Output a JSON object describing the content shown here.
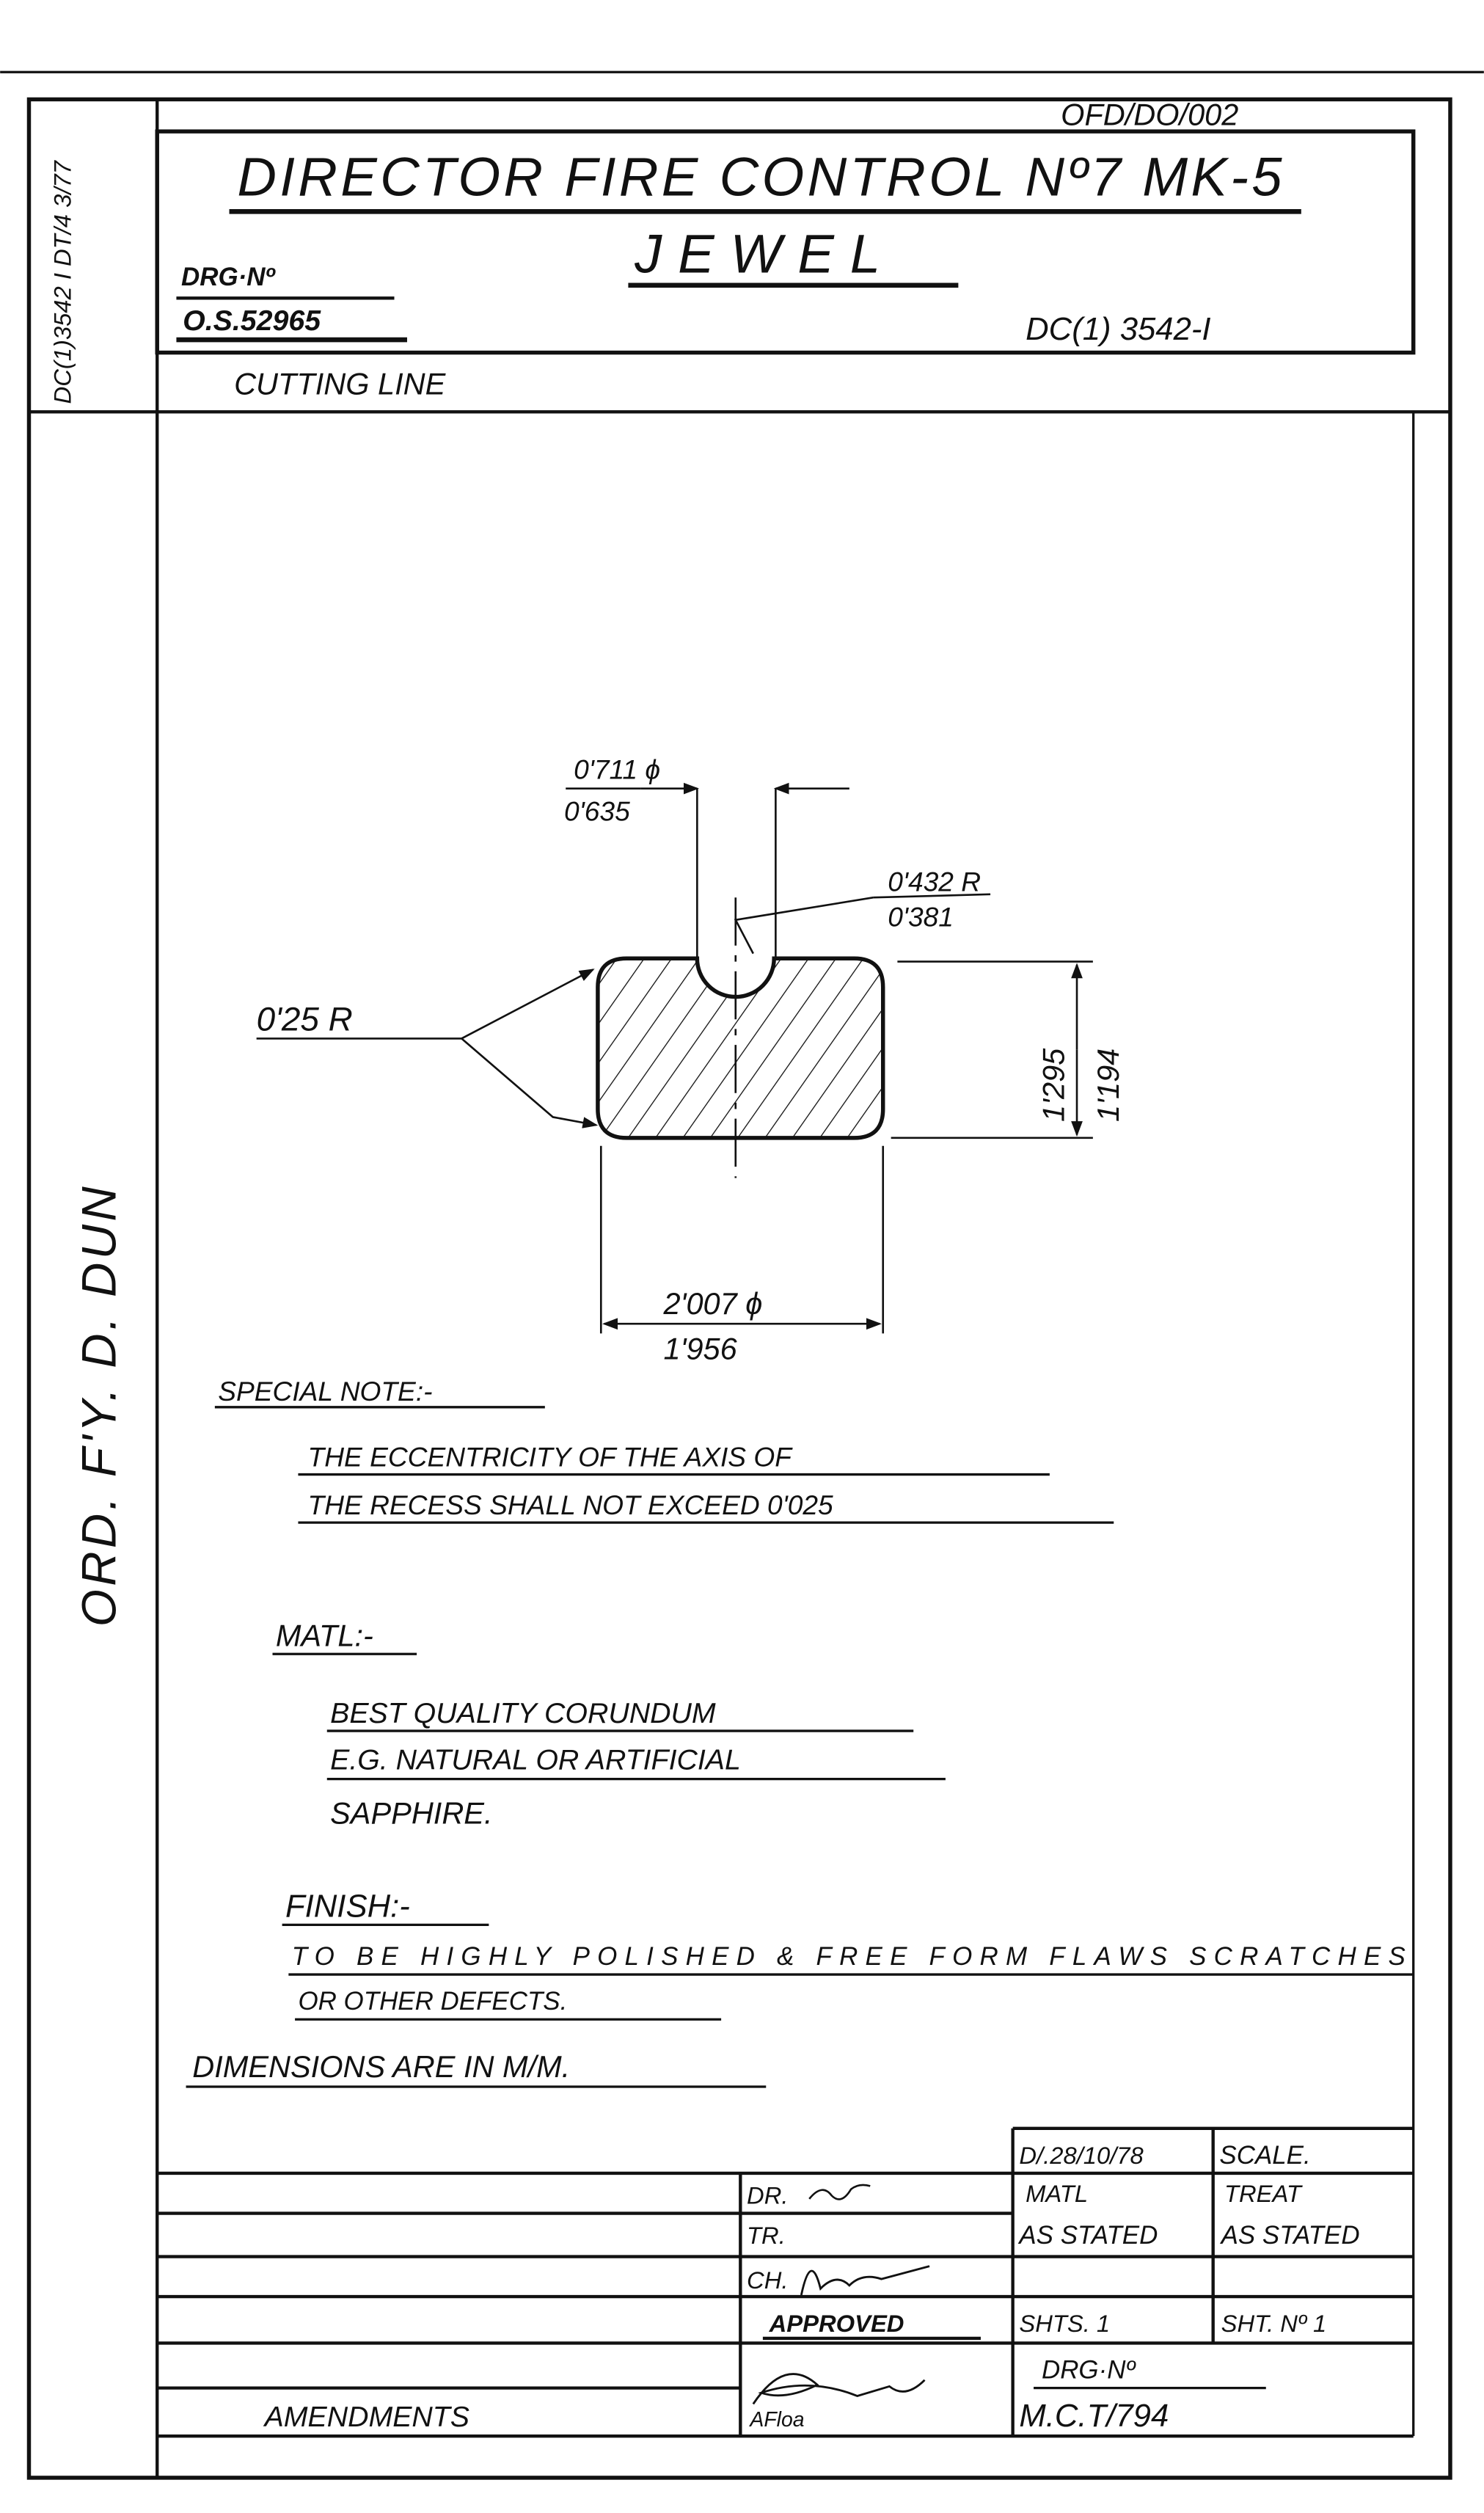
{
  "header": {
    "ref_top": "OFD/DO/002",
    "title": "DIRECTOR FIRE CONTROL Nº7 MK-5",
    "subtitle": "JEWEL",
    "drg_label": "DRG·Nº",
    "drg_number": "O.S.52965",
    "dc_number": "DC(1) 3542-I",
    "side_ref": "DC(1)3542 I DT/4 3/77",
    "cutting_line": "CUTTING LINE"
  },
  "side_stamp": "ORD. F'Y. D. DUN",
  "dimensions": {
    "recess_dia_max": "0'711 ϕ",
    "recess_dia_min": "0'635",
    "recess_r_max": "0'432 R",
    "recess_r_min": "0'381",
    "corner_r": "0'25 R",
    "height_max": "1'295",
    "height_min": "1'194",
    "dia_max": "2'007 ϕ",
    "dia_min": "1'956"
  },
  "notes": {
    "special_heading": "SPECIAL NOTE:-",
    "special_line1": "THE ECCENTRICITY OF THE AXIS OF",
    "special_line2": "THE RECESS SHALL NOT EXCEED 0'025",
    "matl_heading": "MATL:-",
    "matl_line1": "BEST QUALITY CORUNDUM",
    "matl_line2": "E.G. NATURAL OR ARTIFICIAL",
    "matl_line3": "SAPPHIRE.",
    "finish_heading": "FINISH:-",
    "finish_line1": "TO BE HIGHLY POLISHED & FREE FORM FLAWS SCRATCHES",
    "finish_line2": "OR OTHER DEFECTS.",
    "units": "DIMENSIONS ARE IN M/M."
  },
  "title_block": {
    "date": "D/.28/10/78",
    "scale": "SCALE.",
    "dr": "DR.",
    "tr": "TR.",
    "ch": "CH.",
    "matl": "MATL",
    "matl_value": "AS STATED",
    "treat": "TREAT",
    "treat_value": "AS STATED",
    "approved": "APPROVED",
    "shts": "SHTS. 1",
    "sht_no": "SHT. Nº 1",
    "drg_label": "DRG·Nº",
    "drg_number": "M.C.T/794",
    "afloa": "AFloa",
    "amendments": "AMENDMENTS"
  }
}
